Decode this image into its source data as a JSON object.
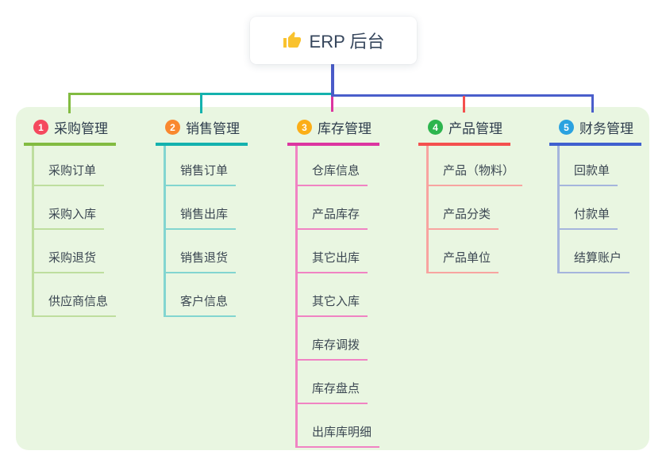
{
  "root": {
    "title": "ERP 后台",
    "icon": "thumbs-up-icon",
    "icon_color": "#f9c22e"
  },
  "branches": [
    {
      "badge": "1",
      "label": "采购管理",
      "color": "#82bb41",
      "light_color": "#bede9e",
      "badge_color": "#f5495e",
      "children": [
        "采购订单",
        "采购入库",
        "采购退货",
        "供应商信息"
      ]
    },
    {
      "badge": "2",
      "label": "销售管理",
      "color": "#14b2ae",
      "light_color": "#82d5d0",
      "badge_color": "#f9882f",
      "children": [
        "销售订单",
        "销售出库",
        "销售退货",
        "客户信息"
      ]
    },
    {
      "badge": "3",
      "label": "库存管理",
      "color": "#dc35a0",
      "light_color": "#f083c3",
      "badge_color": "#fbae17",
      "children": [
        "仓库信息",
        "产品库存",
        "其它出库",
        "其它入库",
        "库存调拨",
        "库存盘点",
        "出库库明细"
      ]
    },
    {
      "badge": "4",
      "label": "产品管理",
      "color": "#f4504e",
      "light_color": "#f8a4a0",
      "badge_color": "#2db54e",
      "children": [
        "产品（物料）",
        "产品分类",
        "产品单位"
      ]
    },
    {
      "badge": "5",
      "label": "财务管理",
      "color": "#4060cf",
      "light_color": "#a5b5dc",
      "badge_color": "#2aa2e0",
      "children": [
        "回款单",
        "付款单",
        "结算账户"
      ]
    }
  ],
  "connectors": {
    "root_line_color": "#4a5bc9",
    "blue_trunk_color": "#4a5ecb",
    "panel_background": "#e9f6e1"
  }
}
